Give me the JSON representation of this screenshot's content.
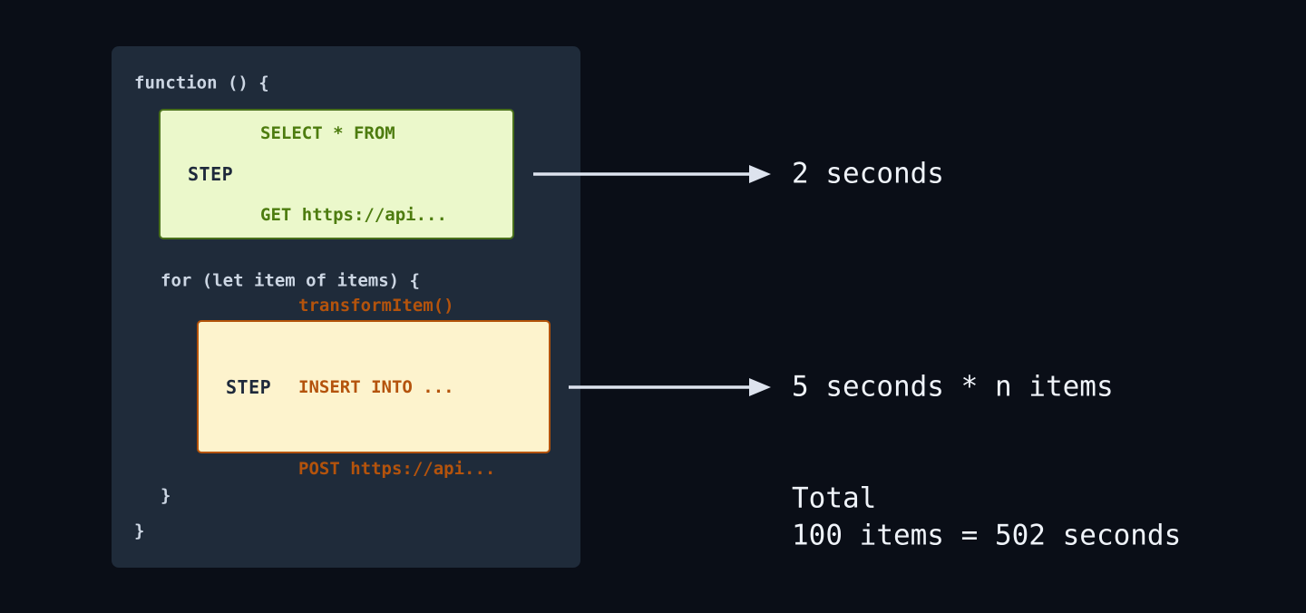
{
  "code_panel": {
    "function_open": "function () {",
    "step1": {
      "label": "STEP",
      "lines": [
        "SELECT * FROM",
        "GET https://api..."
      ]
    },
    "for_open": "for (let item of items) {",
    "step2": {
      "label": "STEP",
      "lines": [
        "transformItem()",
        "INSERT INTO ...",
        "POST https://api..."
      ]
    },
    "for_close": "}",
    "function_close": "}"
  },
  "annotations": {
    "step1_duration": "2 seconds",
    "step2_duration": "5 seconds * n items",
    "total_label": "Total",
    "total_value": "100 items = 502 seconds"
  },
  "colors": {
    "page_background": "#0a0e17",
    "panel_background": "#1f2b3a",
    "code_text": "#ccd6e3",
    "green_box_background": "#ebf8cb",
    "green_box_border": "#49701b",
    "green_code_text": "#4d7c0f",
    "yellow_box_background": "#fdf3cd",
    "yellow_box_border": "#b45309",
    "yellow_code_text": "#b4530c",
    "step_label_text": "#1e293b",
    "arrow": "#dde3ee",
    "annotation_text": "#eff3f9"
  }
}
